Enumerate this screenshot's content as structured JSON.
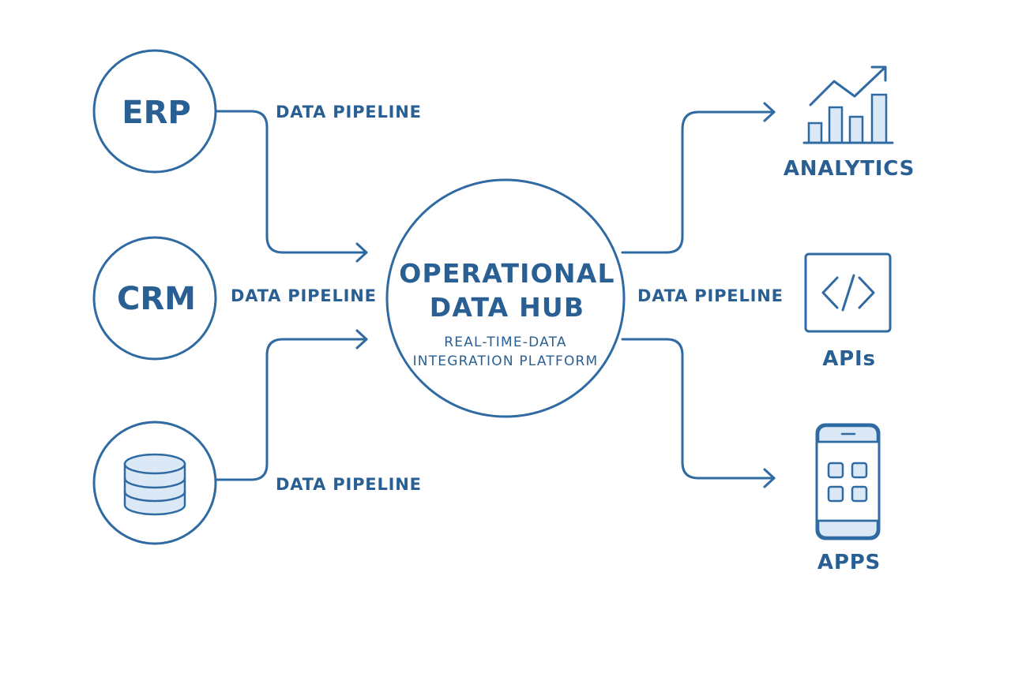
{
  "colors": {
    "stroke": "#2f6aa3",
    "text": "#2a5f93",
    "fill": "#dbe8f6",
    "background": "#ffffff"
  },
  "sources": [
    {
      "label": "ERP",
      "icon": "text"
    },
    {
      "label": "CRM",
      "icon": "text"
    },
    {
      "label": "",
      "icon": "database-icon"
    }
  ],
  "pipelines": {
    "erp": "DATA PIPELINE",
    "crm": "DATA PIPELINE",
    "database": "DATA PIPELINE",
    "outbound": "DATA PIPELINE"
  },
  "hub": {
    "title_line1": "OPERATIONAL",
    "title_line2": "DATA HUB",
    "subtitle_line1": "REAL-TIME-DATA",
    "subtitle_line2": "INTEGRATION PLATFORM"
  },
  "destinations": [
    {
      "label": "ANALYTICS",
      "icon": "analytics-chart-icon"
    },
    {
      "label": "APIs",
      "icon": "code-brackets-icon"
    },
    {
      "label": "APPS",
      "icon": "mobile-app-icon"
    }
  ]
}
